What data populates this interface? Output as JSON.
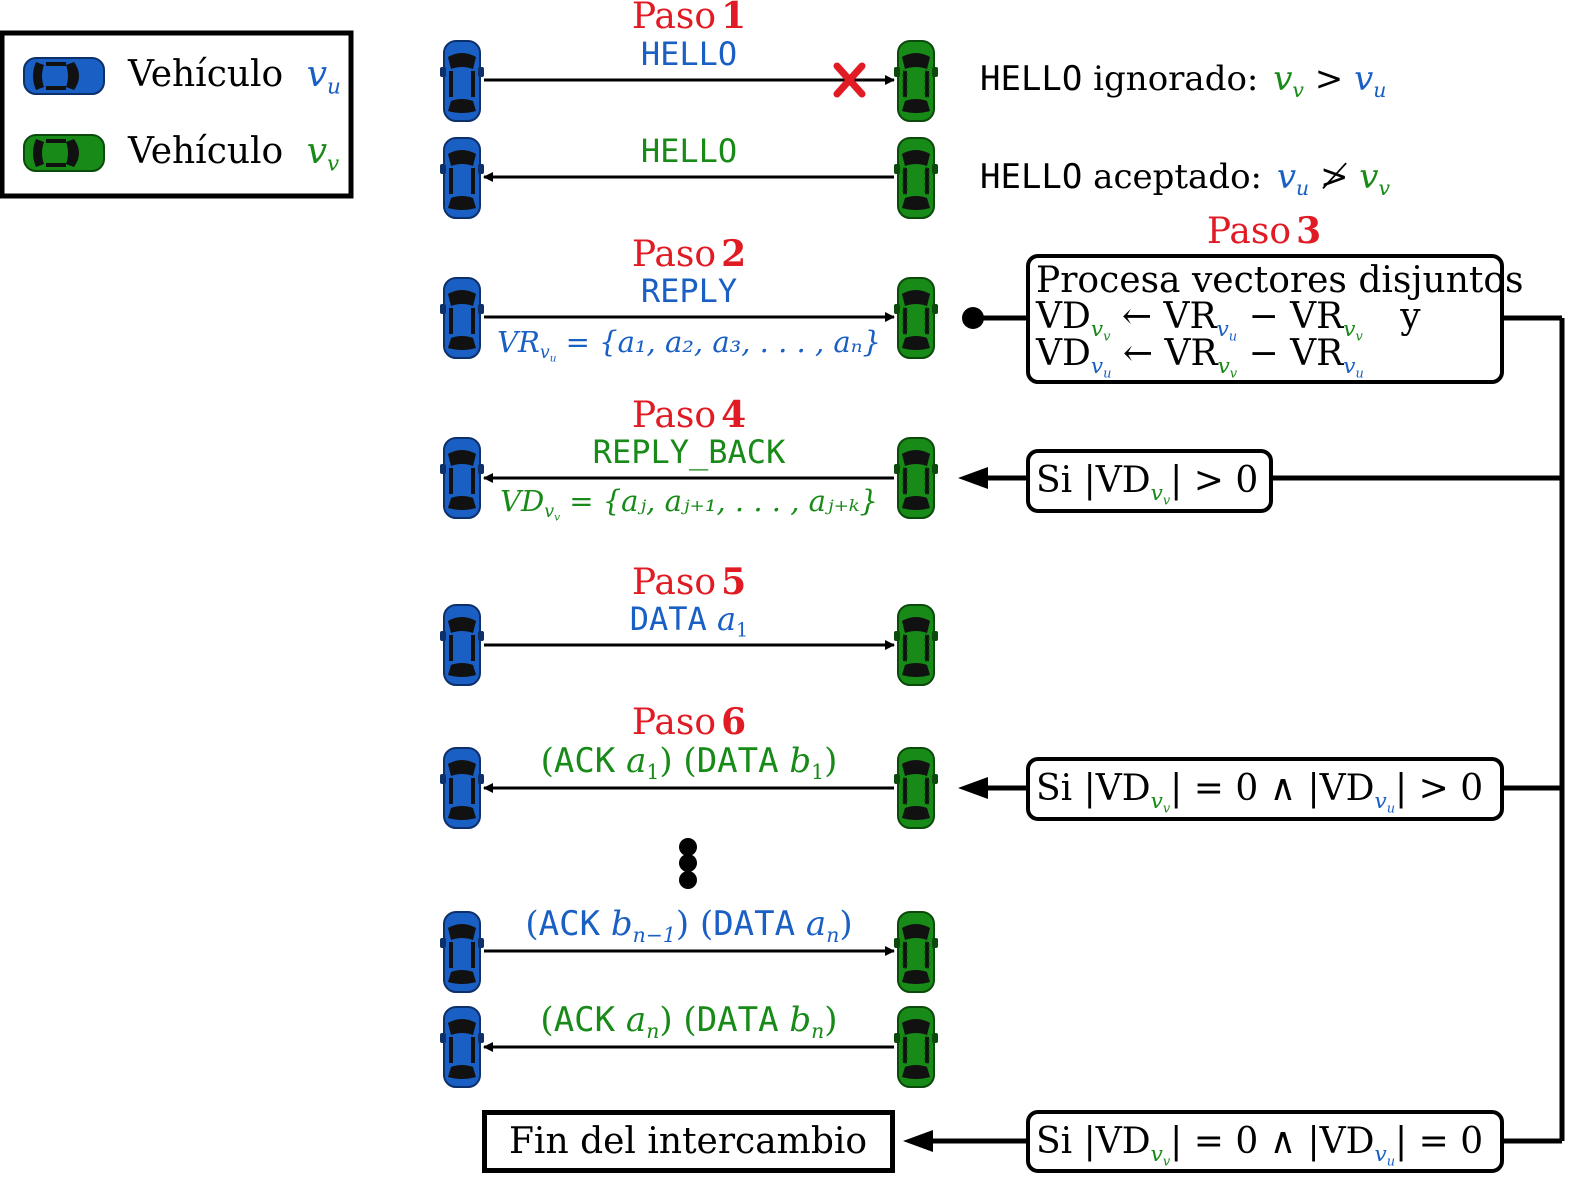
{
  "legend": {
    "items": [
      {
        "label": "Vehículo",
        "var": "v",
        "sub": "u",
        "color": "#1a5fc4"
      },
      {
        "label": "Vehículo",
        "var": "v",
        "sub": "v",
        "color": "#178a17"
      }
    ]
  },
  "colors": {
    "vehicle_u": "#1a5fc4",
    "vehicle_v": "#178a17",
    "step": "#e01b24",
    "reject": "#e01b24"
  },
  "steps": {
    "step1": {
      "word": "Paso",
      "num": "1"
    },
    "step2": {
      "word": "Paso",
      "num": "2"
    },
    "step3": {
      "word": "Paso",
      "num": "3"
    },
    "step4": {
      "word": "Paso",
      "num": "4"
    },
    "step5": {
      "word": "Paso",
      "num": "5"
    },
    "step6": {
      "word": "Paso",
      "num": "6"
    }
  },
  "messages": {
    "hello1": "HELLO",
    "hello2": "HELLO",
    "reply": "REPLY",
    "reply_back": "REPLY_BACK",
    "data": "DATA",
    "data_arg": "a",
    "data_arg_sub": "1",
    "ack": "ACK",
    "data_kw": "DATA"
  },
  "notes": {
    "hello_ignored": {
      "kw": "HELLO",
      "text": "ignorado:"
    },
    "hello_accepted": {
      "kw": "HELLO",
      "text": "aceptado:"
    }
  },
  "vectors": {
    "vr": {
      "name": "VR",
      "set": "= {a₁, a₂, a₃, . . . , aₙ}"
    },
    "vd": {
      "name": "VD",
      "set": "= {aⱼ, aⱼ₊₁, . . . , aⱼ₊ₖ}"
    }
  },
  "process_box": {
    "title": "Procesa vectores disjuntos",
    "conj": "y"
  },
  "conditions": {
    "si": "Si",
    "gt0": "> 0",
    "eq0": "= 0",
    "and": "∧"
  },
  "end_box": {
    "text": "Fin del intercambio"
  },
  "ellipsis": "⋮"
}
